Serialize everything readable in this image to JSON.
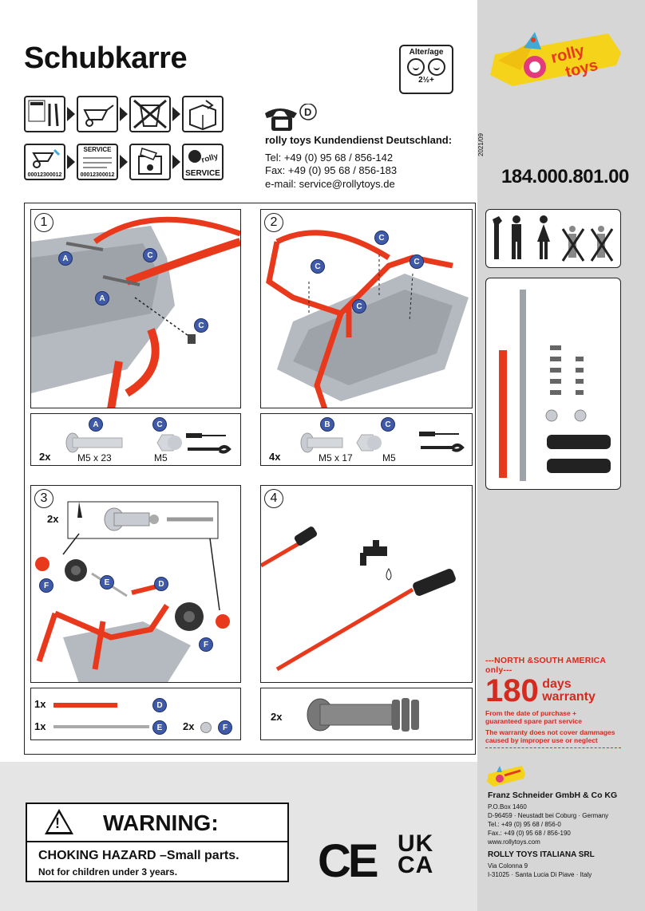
{
  "header": {
    "title": "Schubkarre",
    "age_label": "Alter/age",
    "age_value": "2½+",
    "brand": "rolly toys",
    "article_number": "184.000.801.00",
    "date": "2021/09"
  },
  "icons_row": {
    "item1_caption": "",
    "item5_caption": "00012300012",
    "item6_top": "SERVICE",
    "item6_caption": "00012300012",
    "item8_caption": "SERVICE"
  },
  "contact": {
    "country_badge": "D",
    "heading": "rolly toys Kundendienst Deutschland:",
    "tel": "Tel:   +49 (0) 95 68 / 856-142",
    "fax": "Fax: +49 (0) 95 68 / 856-183",
    "email": "e-mail: service@rollytoys.de"
  },
  "steps": [
    {
      "num": "1"
    },
    {
      "num": "2"
    },
    {
      "num": "3"
    },
    {
      "num": "4"
    }
  ],
  "parts1": {
    "qty": "2x",
    "a": "A",
    "c": "C",
    "a_size": "M5 x 23",
    "c_size": "M5"
  },
  "parts2": {
    "qty": "4x",
    "b": "B",
    "c": "C",
    "b_size": "M5 x 17",
    "c_size": "M5"
  },
  "step3": {
    "qty": "2x",
    "d": "D",
    "e": "E",
    "f": "F"
  },
  "parts3": {
    "qty_d": "1x",
    "d": "D",
    "qty_e": "1x",
    "e": "E",
    "qty_f": "2x",
    "f": "F"
  },
  "parts4": {
    "qty": "2x"
  },
  "step1_labels": {
    "a1": "A",
    "a2": "A",
    "c1": "C",
    "c2": "C"
  },
  "step2_labels": {
    "c1": "C",
    "c2": "C",
    "c3": "C",
    "c4": "C"
  },
  "warranty": {
    "region": "---NORTH &SOUTH AMERICA only---",
    "days_number": "180",
    "days_word": "days",
    "warranty_word": "warranty",
    "line1": "From the date of purchase +",
    "line2": "guaranteed spare part service",
    "line3": "The warranty does not cover dammages",
    "line4": "caused by improper use or neglect"
  },
  "warning": {
    "heading": "WARNING:",
    "line1": "CHOKING HAZARD –Small parts.",
    "line2": "Not for children under 3 years."
  },
  "marks": {
    "ce": "CE",
    "uk": "UK",
    "ca": "CA"
  },
  "company": {
    "name": "Franz Schneider GmbH & Co KG",
    "box": "P.O.Box 1460",
    "city": "D-96459 · Neustadt bei Coburg · Germany",
    "tel": "Tel.: +49 (0) 95 68 / 856-0",
    "fax": "Fax.: +49 (0) 95 68 / 856-190",
    "web": "www.rollytoys.com"
  },
  "company2": {
    "name": "ROLLY TOYS ITALIANA SRL",
    "street": "Via Colonna 9",
    "city": "I-31025 · Santa Lucia Di Piave · Italy"
  },
  "colors": {
    "red": "#e8391d",
    "blue_badge": "#3f5aa8",
    "warranty_red": "#d52a1e",
    "logo_yellow": "#f5d31a"
  }
}
